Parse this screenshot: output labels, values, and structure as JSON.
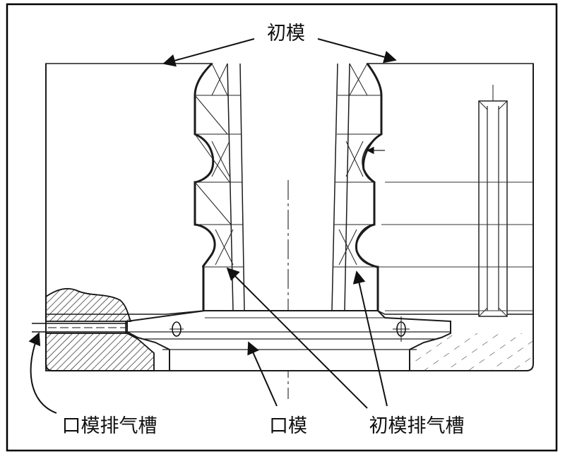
{
  "labels": {
    "top": "初模",
    "lower_left": "口模排气槽",
    "lower_center": "口模",
    "lower_right": "初模排气槽"
  }
}
